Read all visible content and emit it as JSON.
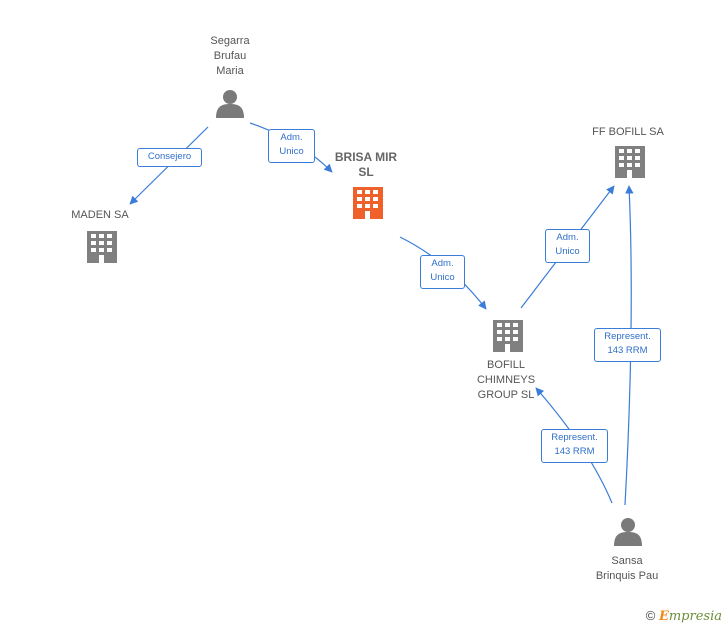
{
  "colors": {
    "edge": "#3a7dd8",
    "company": "#808080",
    "company_highlight": "#f0602a",
    "person": "#7a7a7a"
  },
  "nodes": {
    "segarra": {
      "label": "Segarra\nBrufau\nMaria",
      "icon": "person-icon"
    },
    "brisa": {
      "label": "BRISA MIR\nSL",
      "icon": "building-icon"
    },
    "maden": {
      "label": "MADEN SA",
      "icon": "building-icon"
    },
    "ffbofill": {
      "label": "FF BOFILL SA",
      "icon": "building-icon"
    },
    "bofill": {
      "label": "BOFILL\nCHIMNEYS\nGROUP  SL",
      "icon": "building-icon"
    },
    "sansa": {
      "label": "Sansa\nBrinquis Pau",
      "icon": "person-icon"
    }
  },
  "edges": {
    "consejero": "Consejero",
    "adm1": "Adm.\nUnico",
    "adm2": "Adm.\nUnico",
    "adm3": "Adm.\nUnico",
    "rep1": "Represent.\n143 RRM",
    "rep2": "Represent.\n143 RRM"
  },
  "footer": {
    "copyright": "©",
    "brand_initial": "E",
    "brand_rest": "mpresia"
  }
}
